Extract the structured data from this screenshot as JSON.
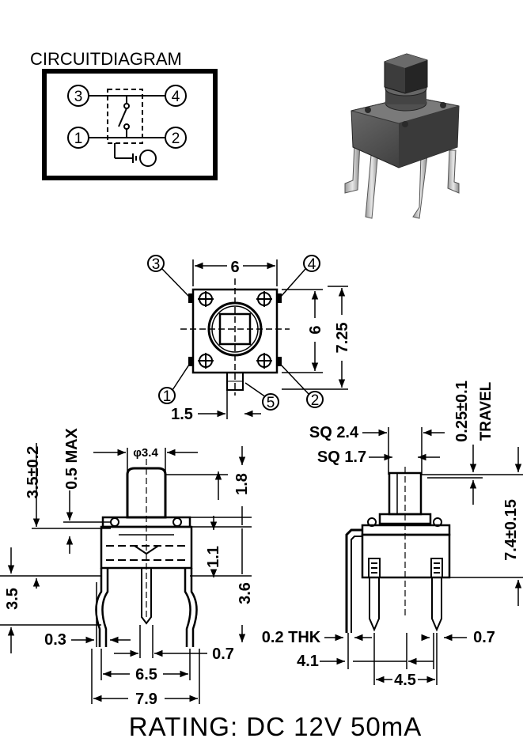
{
  "circuit_title": "CIRCUITDIAGRAM",
  "circuit_pins": [
    "3",
    "4",
    "1",
    "2"
  ],
  "top_view": {
    "pins": [
      "3",
      "4",
      "1",
      "2",
      "5"
    ],
    "dim_width": "6",
    "dim_height": "6",
    "dim_outer": "7.25",
    "dim_offset": "1.5"
  },
  "front_view": {
    "dim_height_total": "3.5±0.2",
    "dim_max": "0.5 MAX",
    "dim_diameter": "φ3.4",
    "dim_cap": "1.8",
    "dim_body": "1.1",
    "dim_base": "3.6",
    "dim_lead": "3.5",
    "dim_t1": "0.3",
    "dim_t2": "0.7",
    "dim_pitch": "6.5",
    "dim_span": "7.9"
  },
  "side_view": {
    "sq_outer": "SQ 2.4",
    "sq_inner": "SQ 1.7",
    "travel_value": "0.25±0.1",
    "travel_label": "TRAVEL",
    "dim_height": "7.4±0.15",
    "dim_thk": "0.2 THK",
    "dim_lead": "0.7",
    "dim_offset": "4.1",
    "dim_pitch": "4.5"
  },
  "rating": "RATING: DC 12V 50mA"
}
